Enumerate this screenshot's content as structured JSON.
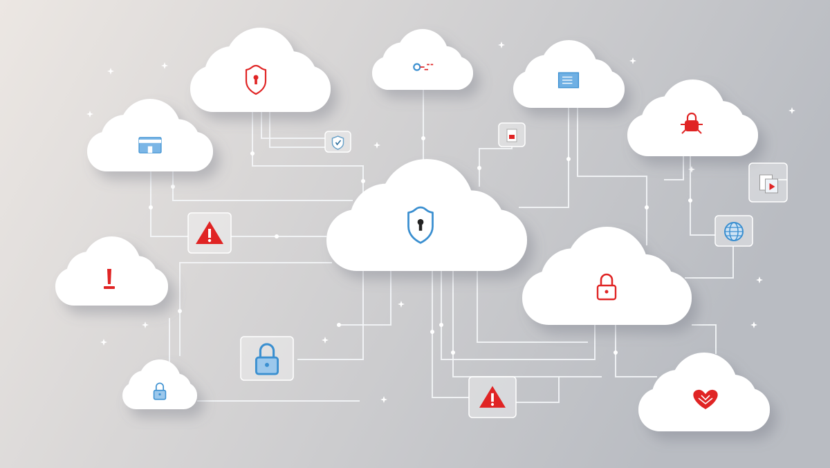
{
  "colors": {
    "background_left": "#ece7e3",
    "background_right": "#b9bcc2",
    "cloud": "#ffffff",
    "line": "#f4f6f8",
    "accent_red": "#e02424",
    "accent_blue": "#3a8fd0"
  },
  "clouds": [
    {
      "name": "cloud-shield",
      "icon": "shield-keyhole-icon",
      "color": "red"
    },
    {
      "name": "cloud-link",
      "icon": "link-key-icon",
      "color": "blue"
    },
    {
      "name": "cloud-document",
      "icon": "document-icon",
      "color": "blue"
    },
    {
      "name": "cloud-bug-lock",
      "icon": "bug-lock-icon",
      "color": "red"
    },
    {
      "name": "cloud-card",
      "icon": "card-icon",
      "color": "blue"
    },
    {
      "name": "cloud-central",
      "icon": "shield-keyhole-icon",
      "color": "blue"
    },
    {
      "name": "cloud-alert",
      "icon": "exclamation-icon",
      "color": "red"
    },
    {
      "name": "cloud-padlock",
      "icon": "padlock-icon",
      "color": "red"
    },
    {
      "name": "cloud-small-lock",
      "icon": "padlock-icon",
      "color": "blue"
    },
    {
      "name": "cloud-heart",
      "icon": "heart-icon",
      "color": "red"
    }
  ],
  "tiles": [
    {
      "name": "tile-shield-check",
      "icon": "shield-check-icon"
    },
    {
      "name": "tile-document",
      "icon": "document-lock-icon"
    },
    {
      "name": "tile-warning-left",
      "icon": "warning-icon"
    },
    {
      "name": "tile-files",
      "icon": "files-icon"
    },
    {
      "name": "tile-globe",
      "icon": "globe-icon"
    },
    {
      "name": "tile-padlock",
      "icon": "padlock-icon"
    },
    {
      "name": "tile-warning-bottom",
      "icon": "warning-icon"
    }
  ]
}
